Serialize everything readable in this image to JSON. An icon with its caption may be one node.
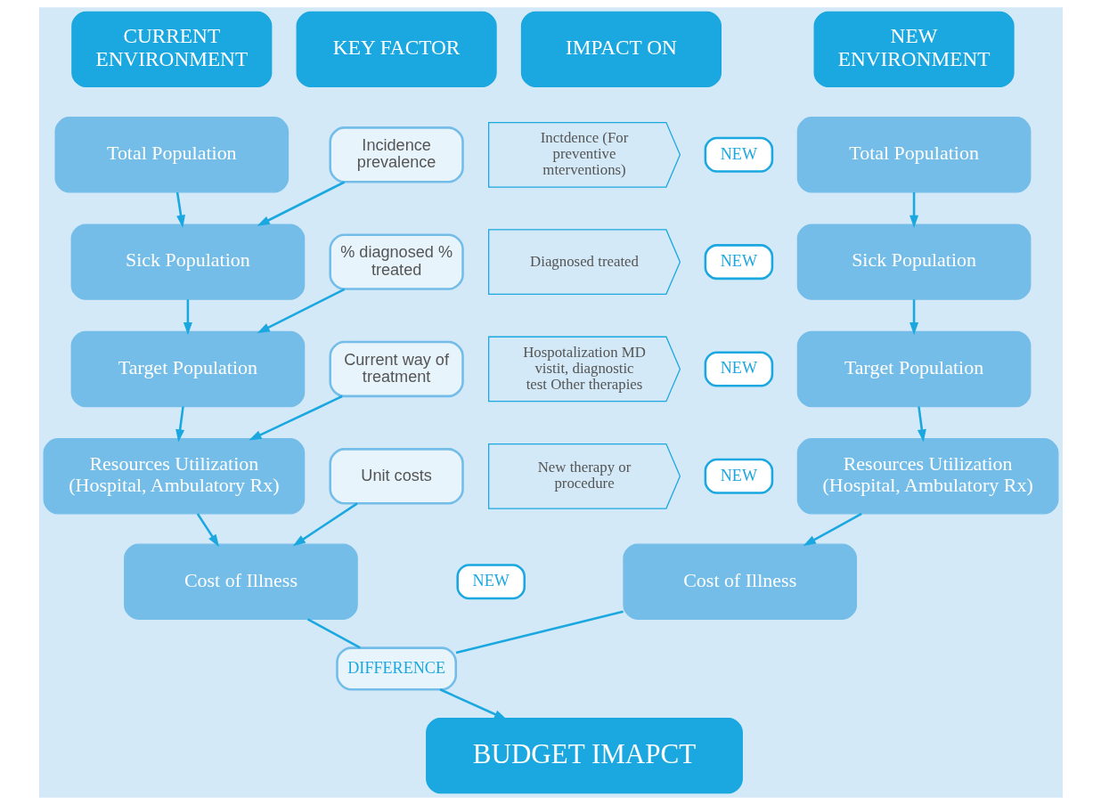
{
  "diagram": {
    "nodes": [
      {
        "text": [
          "CURRENT ENVIRONMENT"
        ]
      },
      {
        "text": [
          "KEY FACTOR"
        ]
      },
      {
        "text": [
          "IMPACT ON"
        ]
      },
      {
        "text": [
          "NEW ENVIRONMENT"
        ]
      },
      {
        "text": [
          "Total Population"
        ]
      },
      {
        "text": [
          "Sick Population"
        ]
      },
      {
        "text": [
          "Target Population"
        ]
      },
      {
        "text": [
          "Resources Utilization (Hospital, Ambulatory Rx)"
        ]
      },
      {
        "text": [
          "Cost of Illness"
        ]
      },
      {
        "text": [
          "Incidence prevalence"
        ]
      },
      {
        "text": [
          "% diagnosed % treated"
        ]
      },
      {
        "text": [
          "Current way of treatment"
        ]
      },
      {
        "text": [
          "Unit costs"
        ]
      },
      {
        "text": [
          "Inctdence (For preventive mterventions)"
        ]
      },
      {
        "text": [
          "Diagnosed treated"
        ]
      },
      {
        "text": [
          "Hospotalization MD vistit, diagnostic test Other therapies"
        ]
      },
      {
        "text": [
          "New therapy or procedure"
        ]
      },
      {
        "text": [
          "Total Population"
        ]
      },
      {
        "text": [
          "Sick Population"
        ]
      },
      {
        "text": [
          "Target Population"
        ]
      },
      {
        "text": [
          "Resources Utilization (Hospital, Ambulatory Rx)"
        ]
      },
      {
        "text": [
          "Cost of Illness"
        ]
      },
      {
        "text": [
          "NEW"
        ]
      },
      {
        "text": [
          "NEW"
        ]
      },
      {
        "text": [
          "NEW"
        ]
      },
      {
        "text": [
          "NEW"
        ]
      },
      {
        "text": [
          "NEW"
        ]
      },
      {
        "text": [
          "DIFFERENCE"
        ]
      },
      {
        "text": [
          "BUDGET IMAPCT"
        ]
      }
    ],
    "edges": [
      {
        "from": 4,
        "to": 5,
        "arrow": "to"
      },
      {
        "from": 9,
        "to": 5,
        "arrow": "to"
      },
      {
        "from": 5,
        "to": 6,
        "arrow": "to"
      },
      {
        "from": 10,
        "to": 6,
        "arrow": "to"
      },
      {
        "from": 6,
        "to": 7,
        "arrow": "to"
      },
      {
        "from": 11,
        "to": 7,
        "arrow": "to"
      },
      {
        "from": 7,
        "to": 8,
        "arrow": "to"
      },
      {
        "from": 12,
        "to": 8,
        "arrow": "to"
      },
      {
        "from": 17,
        "to": 18,
        "arrow": "to"
      },
      {
        "from": 18,
        "to": 19,
        "arrow": "to"
      },
      {
        "from": 19,
        "to": 20,
        "arrow": "to"
      },
      {
        "from": 20,
        "to": 21,
        "arrow": "to"
      },
      {
        "from": 8,
        "to": 27,
        "arrow": "none"
      },
      {
        "from": 21,
        "to": 27,
        "arrow": "none"
      },
      {
        "from": 27,
        "to": 28,
        "arrow": "to"
      }
    ]
  }
}
